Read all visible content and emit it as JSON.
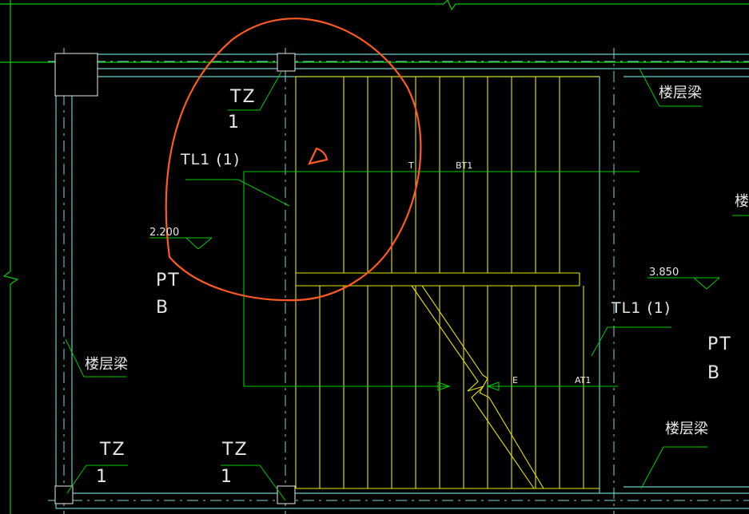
{
  "labels": {
    "tz_top_name": "TZ",
    "tz_top_num": "1",
    "tl1_left": "TL1 (1)",
    "elev_left": "2.200",
    "ptb_left_p": "PT",
    "ptb_left_b": "B",
    "beam_left": "楼层梁",
    "tz_bl_name": "TZ",
    "tz_bl_num": "1",
    "tz_bm_name": "TZ",
    "tz_bm_num": "1",
    "beam_top_right": "楼层梁",
    "beam_right_edge": "楼",
    "elev_right": "3.850",
    "tl1_right": "TL1 (1)",
    "ptb_right_p": "PT",
    "ptb_right_b": "B",
    "beam_bottom_right": "楼层梁",
    "bt1_t": "T",
    "bt1": "BT1",
    "at1_e": "E",
    "at1": "AT1"
  },
  "colors": {
    "background": "#000000",
    "wall": "#66cccc",
    "stair": "#e6e600",
    "leader": "#00cc00",
    "text": "#e8e8e8",
    "markup": "#ff5a1f",
    "axis": "#7ad8d8"
  }
}
